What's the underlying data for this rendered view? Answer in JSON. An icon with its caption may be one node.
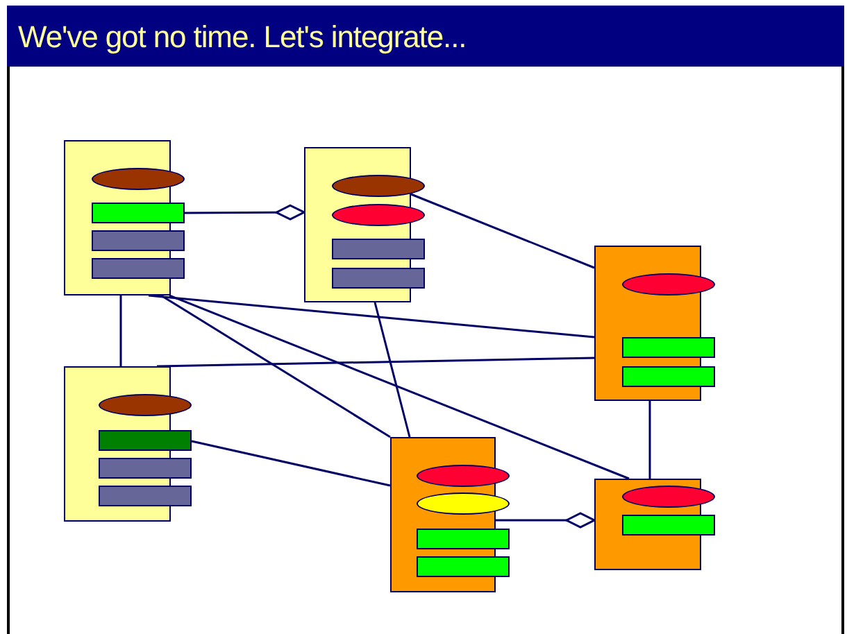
{
  "diagram": {
    "title": "We've got no time. Let's integrate...",
    "nodes": [
      {
        "text": [],
        "shape": "box"
      },
      {
        "text": [],
        "shape": "ellipse"
      },
      {
        "text": [],
        "shape": "bar"
      },
      {
        "text": [],
        "shape": "bar"
      },
      {
        "text": [],
        "shape": "bar"
      },
      {
        "text": [],
        "shape": "box"
      },
      {
        "text": [],
        "shape": "ellipse"
      },
      {
        "text": [],
        "shape": "ellipse"
      },
      {
        "text": [],
        "shape": "bar"
      },
      {
        "text": [],
        "shape": "bar"
      },
      {
        "text": [],
        "shape": "box"
      },
      {
        "text": [],
        "shape": "ellipse"
      },
      {
        "text": [],
        "shape": "bar"
      },
      {
        "text": [],
        "shape": "bar"
      },
      {
        "text": [],
        "shape": "box"
      },
      {
        "text": [],
        "shape": "ellipse"
      },
      {
        "text": [],
        "shape": "bar"
      },
      {
        "text": [],
        "shape": "bar"
      },
      {
        "text": [],
        "shape": "bar"
      },
      {
        "text": [],
        "shape": "box"
      },
      {
        "text": [],
        "shape": "ellipse"
      },
      {
        "text": [],
        "shape": "ellipse"
      },
      {
        "text": [],
        "shape": "bar"
      },
      {
        "text": [],
        "shape": "bar"
      },
      {
        "text": [],
        "shape": "box"
      },
      {
        "text": [],
        "shape": "ellipse"
      },
      {
        "text": [],
        "shape": "bar"
      }
    ],
    "edges": [
      {
        "from": 2,
        "to": 5,
        "arrow": "other"
      },
      {
        "from": 5,
        "to": 10,
        "arrow": "none"
      },
      {
        "from": 0,
        "to": 14,
        "arrow": "none"
      },
      {
        "from": 0,
        "to": 10,
        "arrow": "none"
      },
      {
        "from": 0,
        "to": 19,
        "arrow": "none"
      },
      {
        "from": 0,
        "to": 24,
        "arrow": "none"
      },
      {
        "from": 14,
        "to": 10,
        "arrow": "none"
      },
      {
        "from": 16,
        "to": 19,
        "arrow": "none"
      },
      {
        "from": 5,
        "to": 19,
        "arrow": "none"
      },
      {
        "from": 10,
        "to": 24,
        "arrow": "none"
      },
      {
        "from": 19,
        "to": 24,
        "arrow": "other"
      }
    ]
  }
}
